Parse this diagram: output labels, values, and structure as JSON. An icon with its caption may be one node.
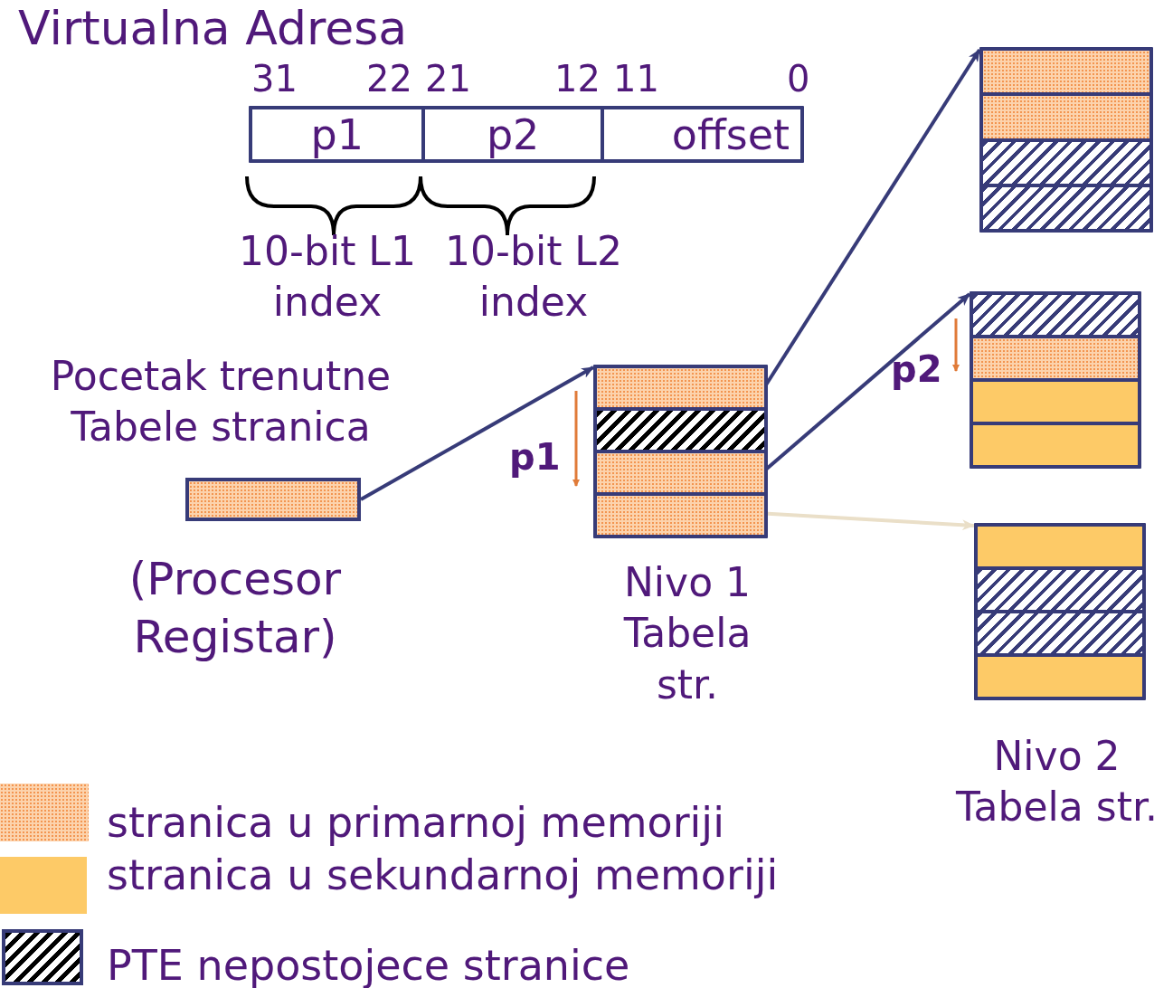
{
  "diagram": {
    "title": "Virtualna Adresa",
    "nodes": [
      {
        "text": [],
        "shape": "box"
      },
      {
        "text": [
          "p1"
        ],
        "in": 0
      },
      {
        "text": [
          "p2"
        ],
        "in": 0
      },
      {
        "text": [
          "offset"
        ],
        "in": 0
      },
      {
        "text": [],
        "shape": "bar",
        "beside": [
          "Pocetak trenutne Tabele stranica",
          "(Procesor Registar)"
        ]
      },
      {
        "text": [],
        "shape": "box",
        "beside": [
          "Nivo 1 Tabela str."
        ]
      },
      {
        "text": [],
        "shape": "bar",
        "in": 5
      },
      {
        "text": [],
        "shape": "bar",
        "in": 5
      },
      {
        "text": [],
        "shape": "bar",
        "in": 5
      },
      {
        "text": [],
        "shape": "bar",
        "in": 5
      },
      {
        "text": [],
        "shape": "box"
      },
      {
        "text": [],
        "shape": "bar",
        "in": 10
      },
      {
        "text": [],
        "shape": "bar",
        "in": 10
      },
      {
        "text": [],
        "shape": "bar",
        "in": 10
      },
      {
        "text": [],
        "shape": "bar",
        "in": 10
      },
      {
        "text": [],
        "shape": "box"
      },
      {
        "text": [],
        "shape": "bar",
        "in": 15
      },
      {
        "text": [],
        "shape": "bar",
        "in": 15
      },
      {
        "text": [],
        "shape": "bar",
        "in": 15
      },
      {
        "text": [],
        "shape": "bar",
        "in": 15
      },
      {
        "text": [],
        "shape": "box",
        "beside": [
          "Nivo 2 Tabela str."
        ]
      },
      {
        "text": [],
        "shape": "bar",
        "in": 20
      },
      {
        "text": [],
        "shape": "bar",
        "in": 20
      },
      {
        "text": [],
        "shape": "bar",
        "in": 20
      },
      {
        "text": [],
        "shape": "bar",
        "in": 20
      }
    ],
    "edges": [
      {
        "from": 4,
        "to": 5,
        "arrow": "to"
      },
      {
        "from": 6,
        "to": 10,
        "arrow": "to"
      },
      {
        "from": 8,
        "to": 15,
        "arrow": "to"
      },
      {
        "from": 9,
        "to": 20,
        "arrow": "to",
        "color": "#eadfc8"
      }
    ],
    "labels": [
      "31",
      "22",
      "21",
      "12",
      "11",
      "0",
      "10-bit L1 index",
      "10-bit L2 index",
      "p2",
      "p1"
    ],
    "legend": [
      {
        "text": "stranica u primarnoj memoriji"
      },
      {
        "text": "stranica u sekundarnoj memoriji",
        "color": "#fdca67"
      },
      {
        "text": "PTE nepostojece stranice"
      }
    ]
  }
}
